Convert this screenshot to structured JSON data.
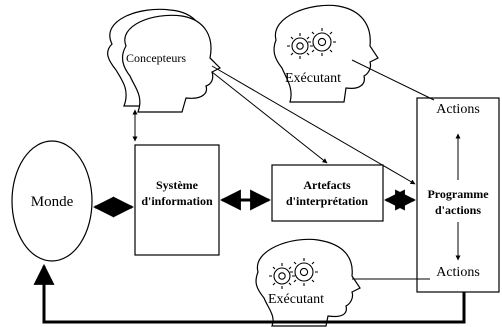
{
  "nodes": {
    "monde": "Monde",
    "systeme": [
      "Système",
      "d'information"
    ],
    "artefacts": [
      "Artefacts",
      "d'interprétation"
    ],
    "programme": [
      "Programme",
      "d'actions"
    ],
    "actions_top": "Actions",
    "actions_bottom": "Actions"
  },
  "heads": {
    "concepteurs": "Concepteurs",
    "executant_top": "Exécutant",
    "executant_bottom": "Exécutant"
  }
}
